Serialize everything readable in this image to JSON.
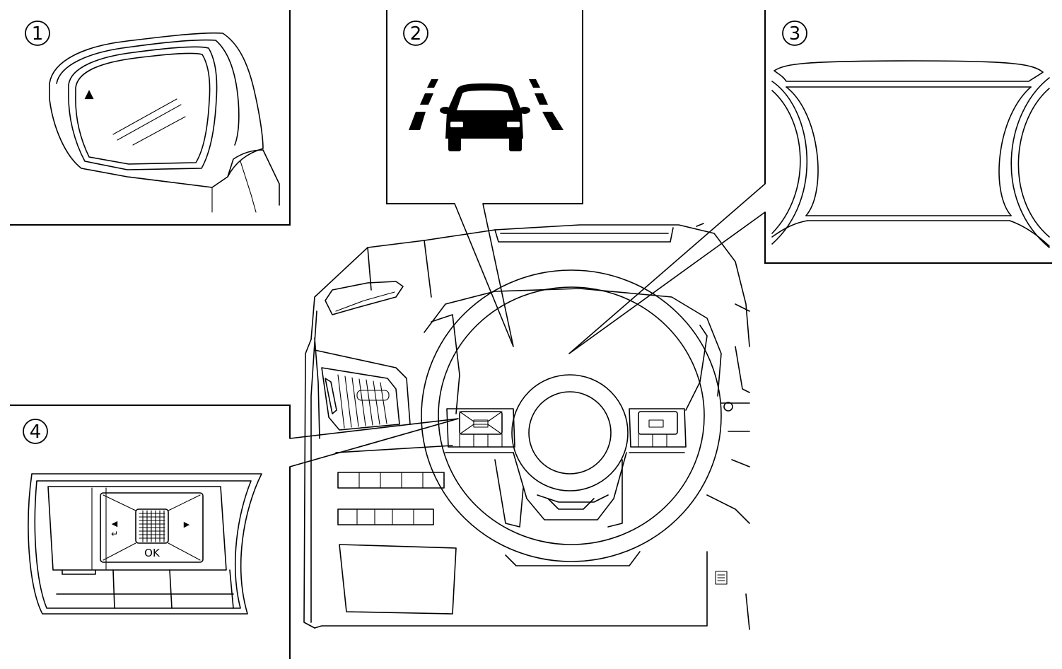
{
  "callouts": [
    {
      "num": "1",
      "subject": "door-mirror"
    },
    {
      "num": "2",
      "subject": "lane-indicator"
    },
    {
      "num": "3",
      "subject": "instrument-display"
    },
    {
      "num": "4",
      "subject": "steering-switch"
    }
  ],
  "steering_switch": {
    "ok_label": "OK",
    "back_glyph": "↵",
    "left_glyph": "◀",
    "right_glyph": "▶"
  },
  "mirror": {
    "indicator_glyph": "▲"
  }
}
